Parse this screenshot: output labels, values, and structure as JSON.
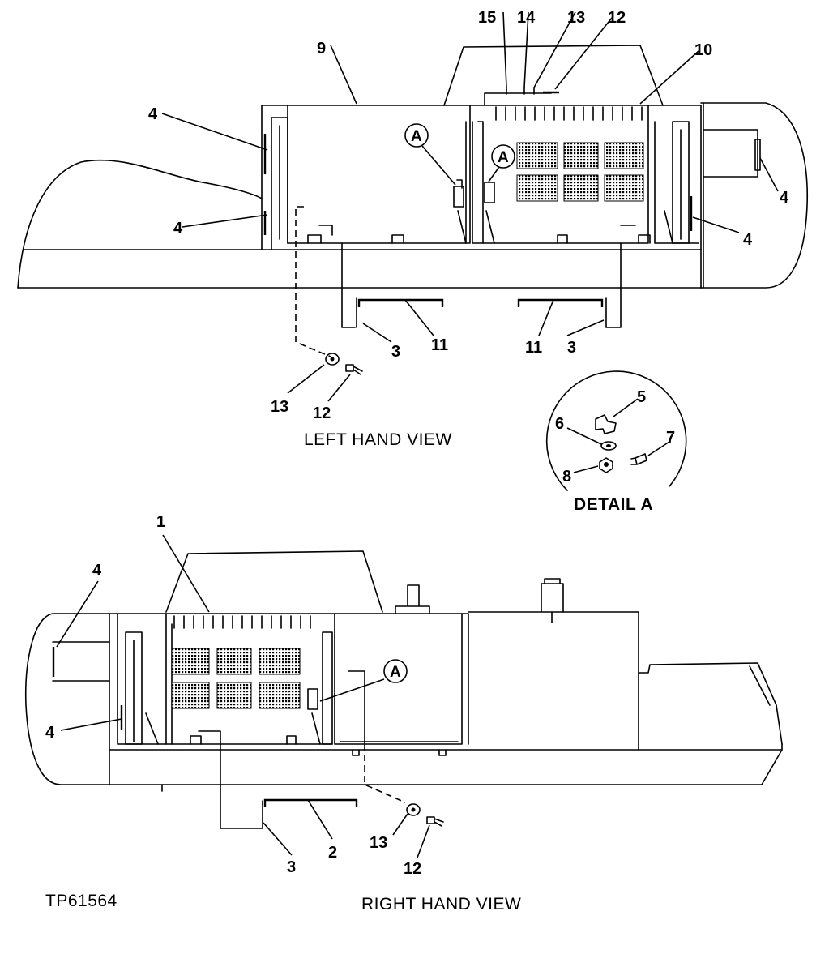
{
  "figure_id": "TP61564",
  "views": {
    "left_hand": "LEFT HAND VIEW",
    "right_hand": "RIGHT HAND VIEW",
    "detail": "DETAIL A"
  },
  "detail_marker": "A",
  "callouts": {
    "lh_15": "15",
    "lh_14": "14",
    "lh_13_top": "13",
    "lh_12_top": "12",
    "lh_9": "9",
    "lh_10": "10",
    "lh_4_a": "4",
    "lh_4_b": "4",
    "lh_4_c": "4",
    "lh_4_d": "4",
    "lh_3_a": "3",
    "lh_11_a": "11",
    "lh_11_b": "11",
    "lh_3_b": "3",
    "lh_13_bot": "13",
    "lh_12_bot": "12",
    "det_5": "5",
    "det_6": "6",
    "det_7": "7",
    "det_8": "8",
    "rh_1": "1",
    "rh_4_a": "4",
    "rh_4_b": "4",
    "rh_3": "3",
    "rh_2": "2",
    "rh_13": "13",
    "rh_12": "12"
  }
}
